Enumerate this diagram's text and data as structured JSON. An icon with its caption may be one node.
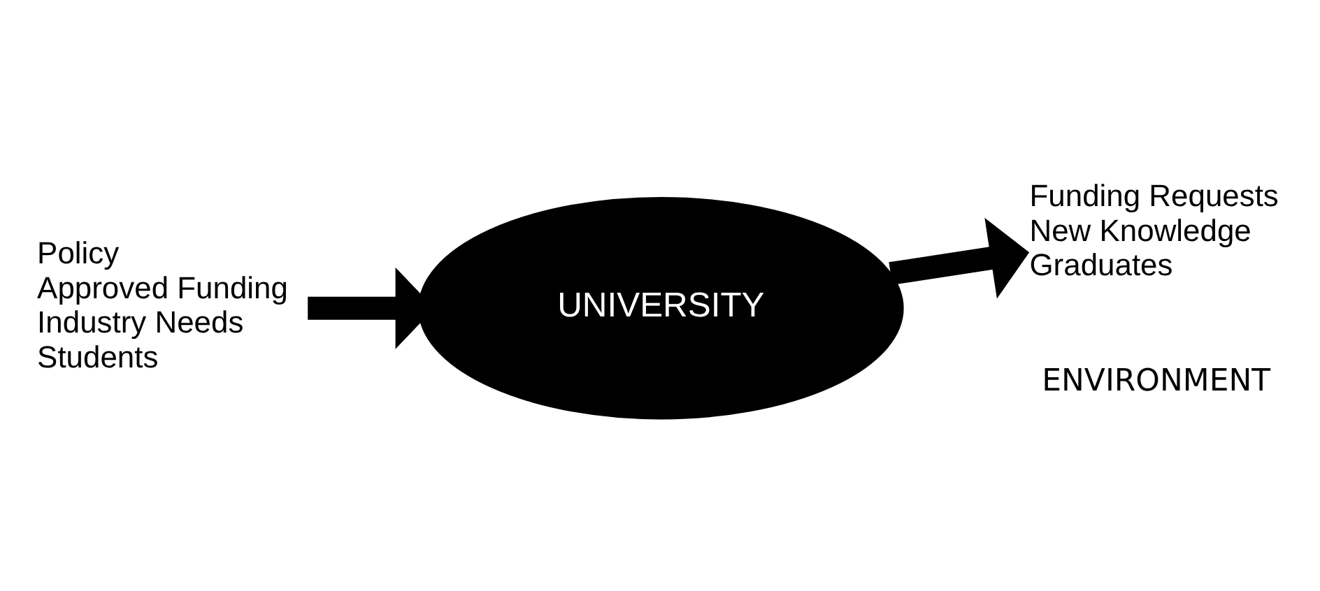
{
  "diagram": {
    "nodes": [
      {
        "text": [
          "Policy",
          "Approved Funding",
          "Industry Needs",
          "Students"
        ]
      },
      {
        "text": [
          "UNIVERSITY"
        ]
      },
      {
        "text": [
          "Funding Requests",
          "New Knowledge",
          "Graduates"
        ]
      }
    ],
    "edges": [
      {
        "from": 0,
        "to": 1,
        "arrow": "to"
      },
      {
        "from": 1,
        "to": 2,
        "arrow": "to"
      }
    ],
    "labels": [
      "ENVIRONMENT"
    ]
  }
}
